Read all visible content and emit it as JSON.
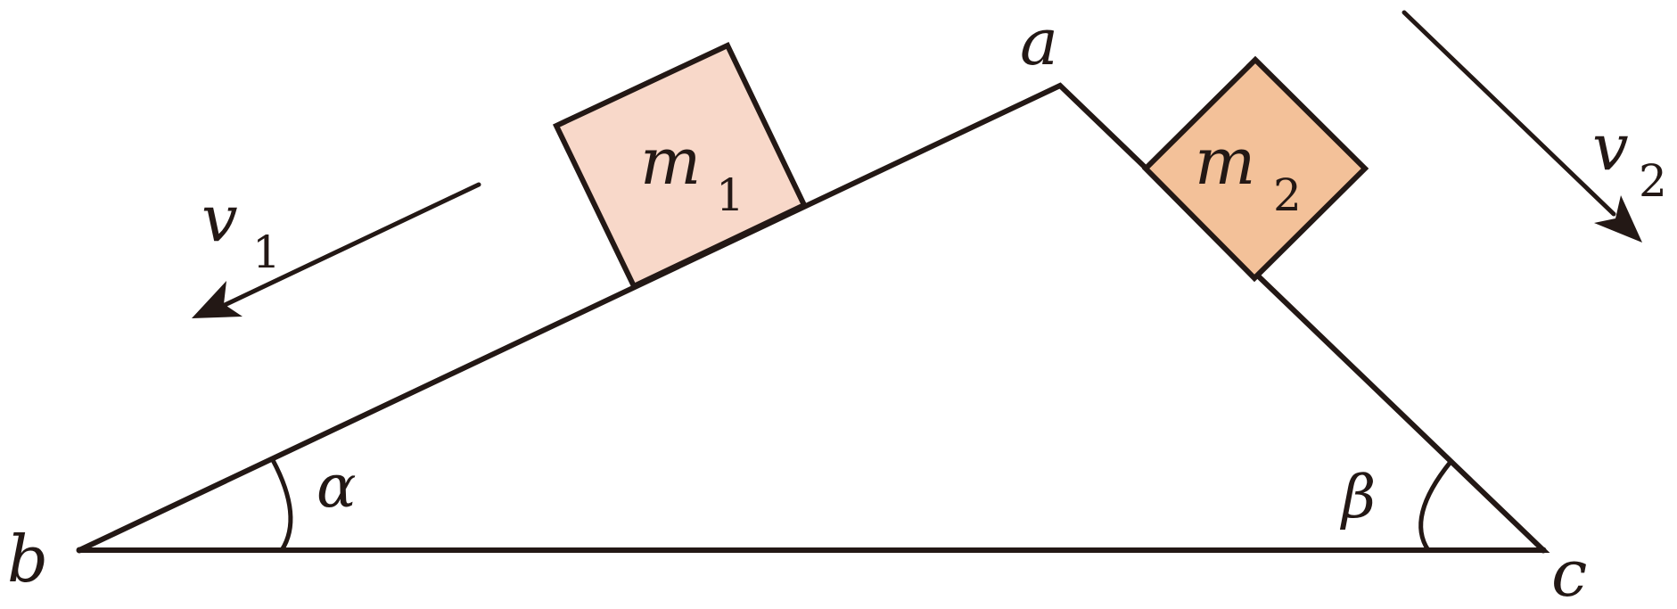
{
  "diagram": {
    "vertices": {
      "apex": "a",
      "left": "b",
      "right": "c"
    },
    "angles": {
      "left": "α",
      "right": "β"
    },
    "blocks": [
      {
        "mass": "m",
        "index": "1",
        "fill": "#f8d8c9"
      },
      {
        "mass": "m",
        "index": "2",
        "fill": "#f3c199"
      }
    ],
    "velocities": [
      {
        "symbol": "v",
        "index": "1"
      },
      {
        "symbol": "v",
        "index": "2"
      }
    ],
    "colors": {
      "stroke": "#231815",
      "background": "#ffffff"
    }
  }
}
